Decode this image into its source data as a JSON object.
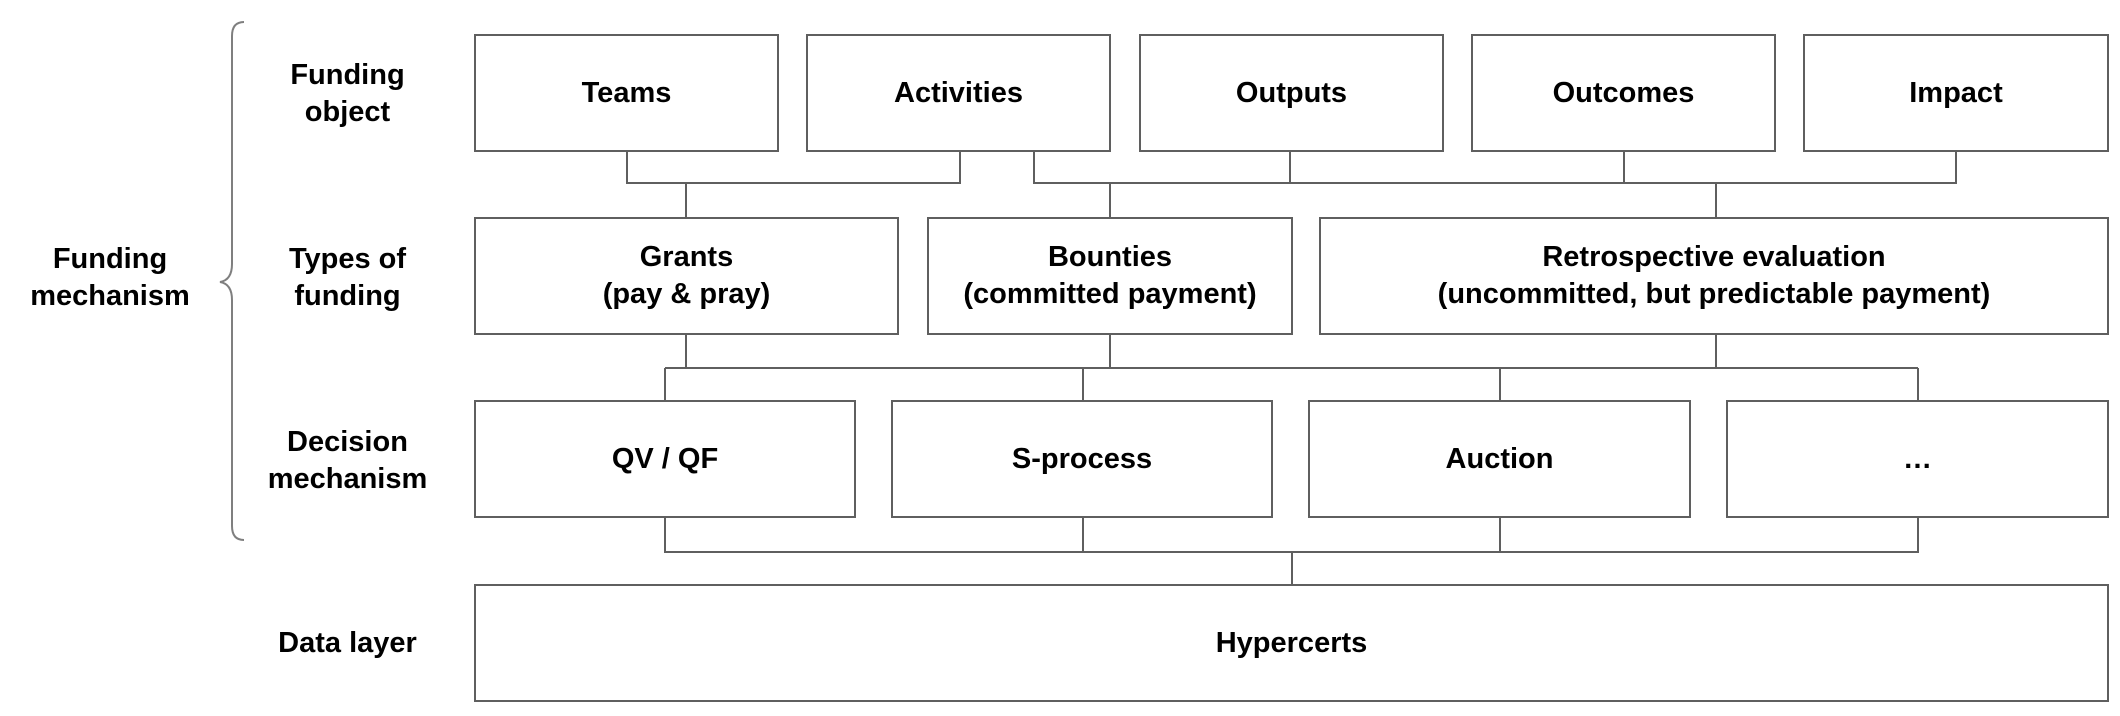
{
  "left_group": {
    "label": "Funding\nmechanism"
  },
  "rows": {
    "funding_object": {
      "label": "Funding\nobject",
      "boxes": [
        "Teams",
        "Activities",
        "Outputs",
        "Outcomes",
        "Impact"
      ]
    },
    "types_of_funding": {
      "label": "Types of\nfunding",
      "boxes": [
        "Grants\n(pay & pray)",
        "Bounties\n(committed payment)",
        "Retrospective evaluation\n(uncommitted, but predictable payment)"
      ]
    },
    "decision_mechanism": {
      "label": "Decision\nmechanism",
      "boxes": [
        "QV / QF",
        "S-process",
        "Auction",
        "…"
      ]
    },
    "data_layer": {
      "label": "Data layer",
      "boxes": [
        "Hypercerts"
      ]
    }
  },
  "colors": {
    "box_border": "#5f5f5f",
    "connector": "#5f5f5f",
    "brace": "#7f7f7f",
    "text": "#000000",
    "background": "#ffffff"
  }
}
